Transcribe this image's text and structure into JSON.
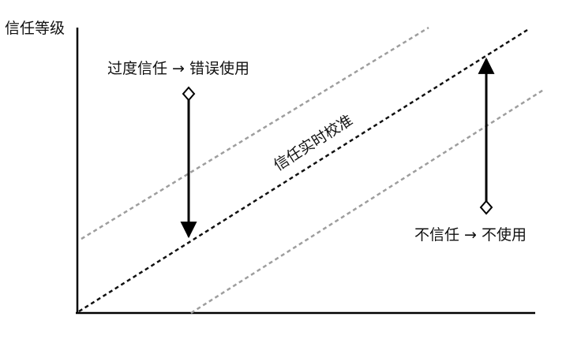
{
  "axes": {
    "y_label": "信任等级"
  },
  "annotations": {
    "overtrust": "过度信任 → 错误使用",
    "calibration": "信任实时校准",
    "distrust": "不信任 → 不使用"
  },
  "colors": {
    "axis": "#000000",
    "calibration_line": "#111111",
    "boundary_lines": "#9e9e9e",
    "arrows": "#000000",
    "text": "#111111"
  }
}
